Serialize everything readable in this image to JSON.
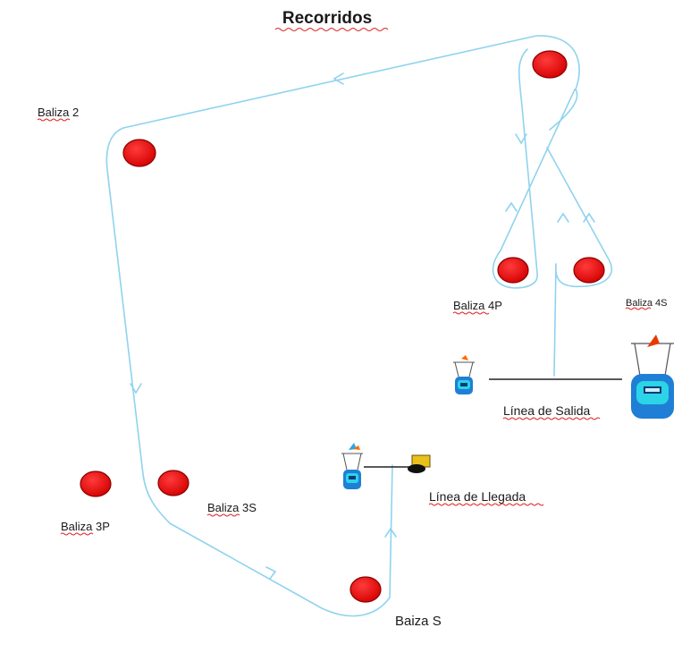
{
  "title": "Recorridos",
  "colors": {
    "route": "#8fd3ee",
    "buoy": "#e60000",
    "buoy_edge": "#8a0000",
    "boat_hull": "#1f7fd6",
    "boat_cabin": "#2bd4e6",
    "line": "#222222",
    "spellcheck": "#e02020"
  },
  "buoys": [
    {
      "id": "baliza-1",
      "label": ""
    },
    {
      "id": "baliza-2",
      "label": "Baliza 2"
    },
    {
      "id": "baliza-4p",
      "label": "Baliza 4P"
    },
    {
      "id": "baliza-4s",
      "label": "Baliza 4S"
    },
    {
      "id": "baliza-3p",
      "label": "Baliza 3P"
    },
    {
      "id": "baliza-3s",
      "label": "Baliza 3S"
    },
    {
      "id": "baliza-s",
      "label": "Baiza S"
    }
  ],
  "lines": {
    "start": "Línea de Salida",
    "finish": "Línea de Llegada"
  },
  "icons": {
    "buoy": "red-buoy-icon",
    "committee_boat": "committee-boat-icon",
    "pin_buoy": "yellow-pin-buoy-icon",
    "direction": "arrow-icon"
  }
}
